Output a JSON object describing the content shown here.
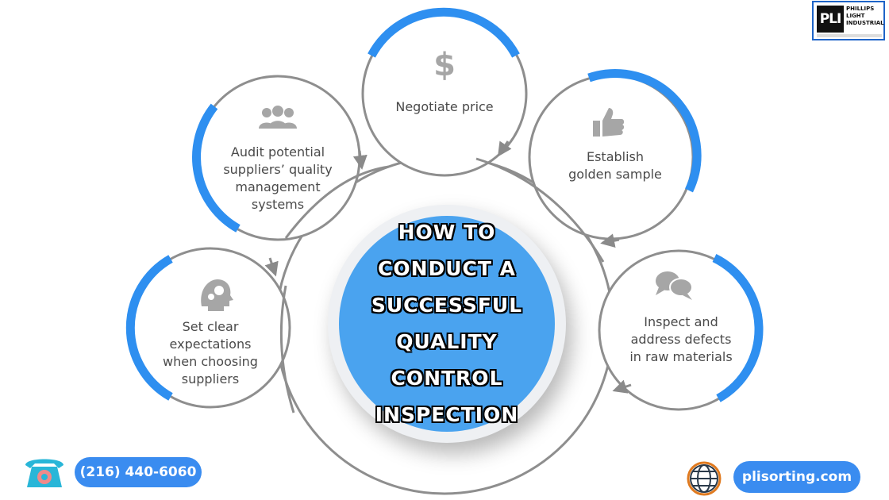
{
  "center": {
    "lines": [
      "HOW TO",
      "CONDUCT A",
      "SUCCESSFUL",
      "QUALITY",
      "CONTROL",
      "INSPECTION"
    ]
  },
  "steps": [
    {
      "id": "set-expectations",
      "label_lines": [
        "Set clear",
        "expectations",
        "when choosing",
        "suppliers"
      ],
      "icon": "head-gears-icon"
    },
    {
      "id": "audit-suppliers",
      "label_lines": [
        "Audit potential",
        "suppliers’ quality",
        "management",
        "systems"
      ],
      "icon": "people-group-icon"
    },
    {
      "id": "negotiate-price",
      "label_lines": [
        "Negotiate price"
      ],
      "icon": "dollar-icon"
    },
    {
      "id": "golden-sample",
      "label_lines": [
        "Establish",
        "golden sample"
      ],
      "icon": "thumbs-up-icon"
    },
    {
      "id": "inspect-defects",
      "label_lines": [
        "Inspect and",
        "address defects",
        "in raw materials"
      ],
      "icon": "speech-bubbles-icon"
    }
  ],
  "logo": {
    "mark": "PLI",
    "name_lines": [
      "PHILLIPS",
      "LIGHT",
      "INDUSTRIAL"
    ]
  },
  "contact": {
    "phone": "(216) 440-6060",
    "website": "plisorting.com",
    "phone_icon": "telephone-icon",
    "web_icon": "globe-icon"
  },
  "colors": {
    "accent": "#2e8ff0",
    "ring": "#8a8a8a",
    "icon": "#a6a6a6",
    "center_fill": "#4aa3ef"
  }
}
